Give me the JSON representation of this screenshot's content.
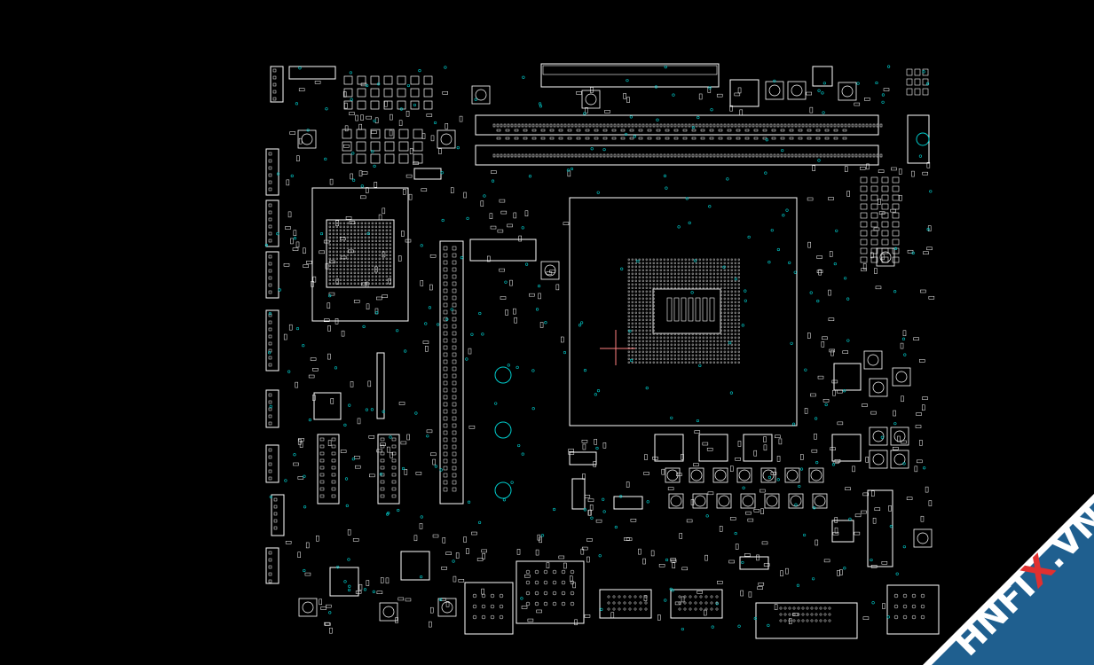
{
  "viewer": {
    "background": "#000000",
    "trace_color": "#ffffff",
    "via_color": "#00cccc",
    "cursor_color": "#ff8080"
  },
  "board": {
    "components": [
      {
        "name": "cpu-socket",
        "label": ""
      },
      {
        "name": "pch-chip",
        "label": ""
      },
      {
        "name": "dimm-slot-a",
        "label": ""
      },
      {
        "name": "dimm-slot-b",
        "label": ""
      },
      {
        "name": "pcie-slot",
        "label": ""
      },
      {
        "name": "atx-power-connector",
        "label": ""
      },
      {
        "name": "rear-io-connectors",
        "label": ""
      }
    ]
  },
  "watermark": {
    "text_prefix": "HNFI",
    "text_highlight": "X",
    "text_suffix": ".VN",
    "band_color": "#1f5f8f",
    "band_edge_color": "#ffffff",
    "text_color": "#ffffff",
    "highlight_color": "#e03030"
  }
}
